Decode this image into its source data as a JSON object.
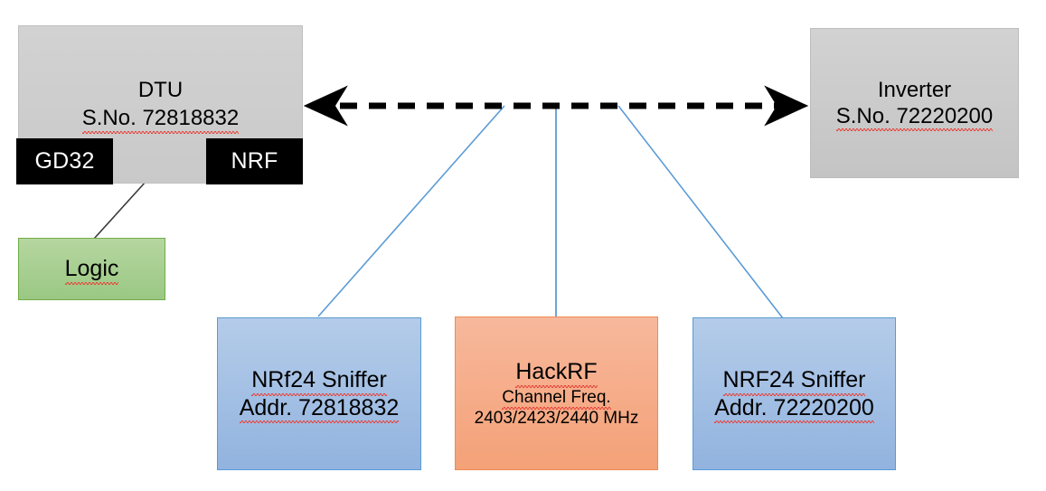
{
  "diagram": {
    "title_hidden": "",
    "nodes": {
      "dtu": {
        "name": "DTU",
        "serial_label": "S.No. 72818832",
        "fill": "#CCCCCC"
      },
      "gd32": {
        "label": "GD32",
        "fill": "#000000"
      },
      "nrf": {
        "label": "NRF",
        "fill": "#000000"
      },
      "inverter": {
        "name": "Inverter",
        "serial_label": "S.No. 72220200",
        "fill": "#C8C8C8"
      },
      "logic": {
        "label": "Logic",
        "fill": "#A9C98F"
      },
      "sniffer_left": {
        "line1": "NRf24 Sniffer",
        "line2": "Addr. 72818832",
        "fill": "#A6C4E8"
      },
      "sniffer_right": {
        "line1": "NRF24 Sniffer",
        "line2": "Addr. 72220200",
        "fill": "#A6C4E8"
      },
      "hackrf": {
        "title": "HackRF",
        "subtitle": "Channel Freq.",
        "frequencies": "2403/2423/2440 MHz",
        "fill": "#F5AE8C"
      }
    },
    "connectors": {
      "rf_link": {
        "style": "dashed-double-arrow",
        "color": "#000000",
        "from": "DTU",
        "to": "Inverter"
      },
      "spi_link": {
        "style": "solid-double-arrow",
        "color": "#000000",
        "from": "GD32",
        "to": "NRF"
      },
      "logic_probe": {
        "style": "thin-line",
        "color": "#404040",
        "from": "Logic",
        "to": "GD32-NRF bus"
      },
      "sniff_taps": {
        "style": "thin-line",
        "color": "#5B9BD5",
        "count": 3
      }
    }
  }
}
